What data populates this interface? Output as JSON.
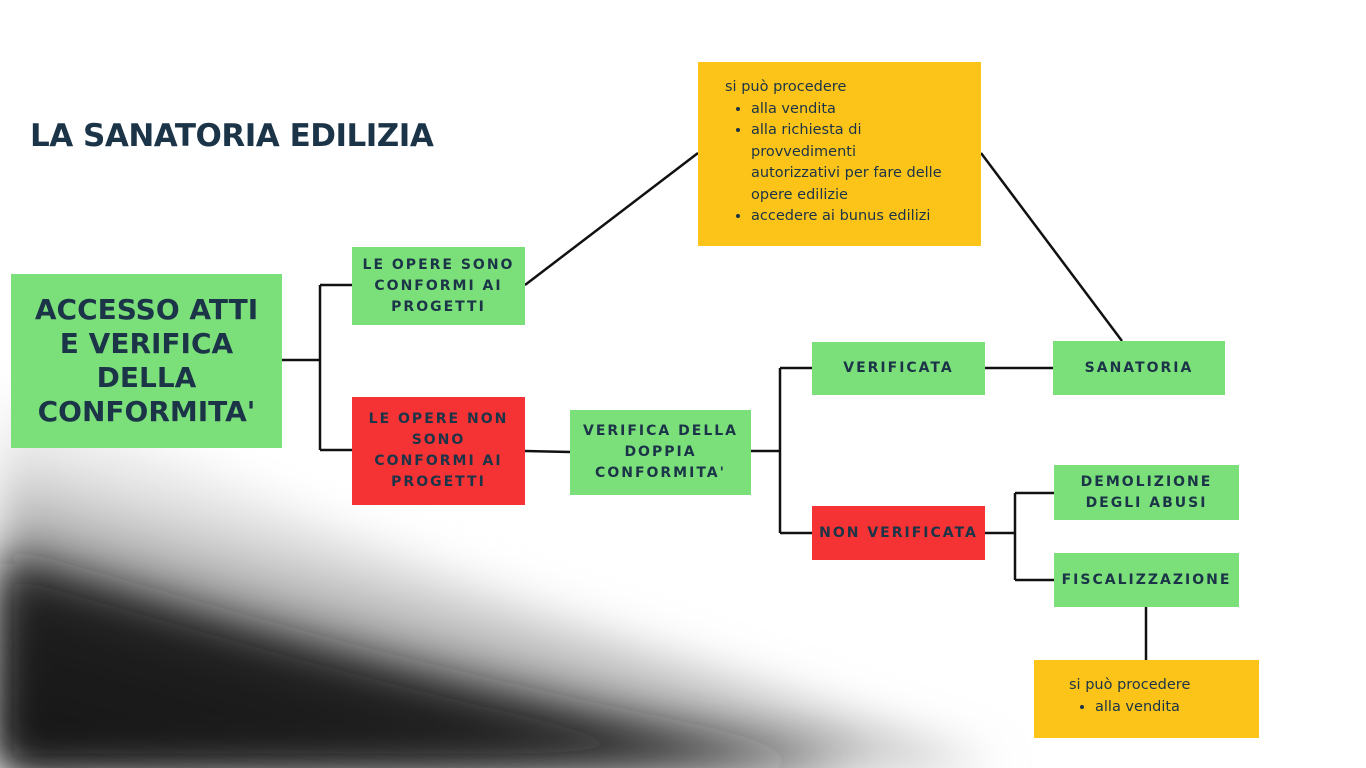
{
  "title": "LA SANATORIA EDILIZIA",
  "nodes": {
    "accesso": "ACCESSO ATTI\nE VERIFICA\nDELLA\nCONFORMITA'",
    "conformi": "LE OPERE SONO\nCONFORMI AI\nPROGETTI",
    "non_conformi": "LE OPERE NON\nSONO\nCONFORMI AI\nPROGETTI",
    "doppia": "VERIFICA DELLA\nDOPPIA\nCONFORMITA'",
    "verificata": "VERIFICATA",
    "sanatoria": "SANATORIA",
    "non_verificata": "NON VERIFICATA",
    "demolizione": "DEMOLIZIONE\nDEGLI ABUSI",
    "fiscalizzazione": "FISCALIZZAZIONE"
  },
  "note_top": {
    "intro": "si può procedere",
    "items": [
      "alla vendita",
      "alla richiesta di provvedimenti autorizzativi per fare delle opere edilizie",
      "accedere ai bunus edilizi"
    ]
  },
  "note_bottom": {
    "intro": "si può procedere",
    "items": [
      "alla vendita"
    ]
  },
  "colors": {
    "green": "#7be07a",
    "red": "#f53334",
    "yellow": "#fcc318",
    "text": "#1b3448"
  }
}
